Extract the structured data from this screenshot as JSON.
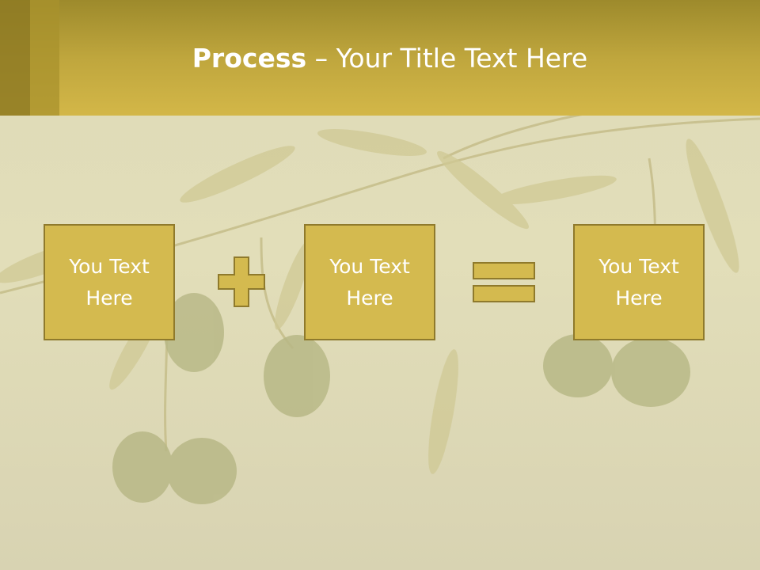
{
  "slide": {
    "title_bold": "Process",
    "title_rest": " – Your Title Text Here",
    "boxes": [
      {
        "label": "You Text Here"
      },
      {
        "label": "You Text Here"
      },
      {
        "label": "You Text Here"
      }
    ],
    "operators": [
      "plus-icon",
      "equals-icon"
    ],
    "colors": {
      "header": "#c9ad43",
      "box_fill": "#d4ba4f",
      "box_border": "#8f7a2c",
      "background": "#e0dcb8"
    }
  }
}
